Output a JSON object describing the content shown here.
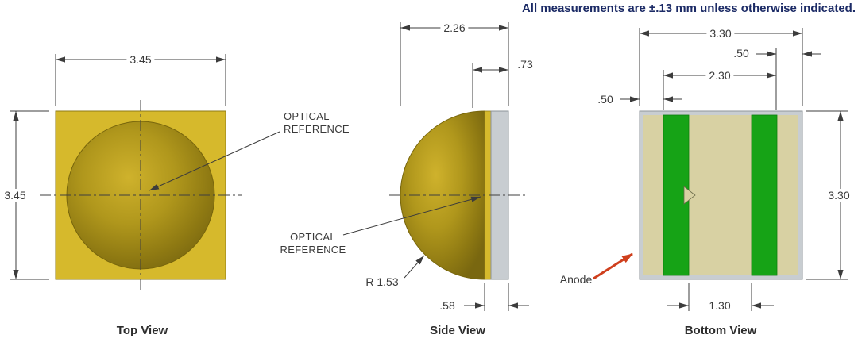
{
  "note": "All measurements are ±.13 mm unless otherwise indicated.",
  "colors": {
    "note_navy": "#1c2b66",
    "gold_body": "#d6b92c",
    "dome_gold_dark": "#8d7812",
    "substrate_gray": "#c8cdd1",
    "pcb_tan": "#d8d1a3",
    "pad_green": "#16a316",
    "anode_arrow_red": "#cf3f1d",
    "line_gray": "#3c3c3c"
  },
  "top_view": {
    "title": "Top View",
    "dim_width": "3.45",
    "dim_height": "3.45",
    "optical_reference_line1": "OPTICAL",
    "optical_reference_line2": "REFERENCE"
  },
  "side_view": {
    "title": "Side View",
    "dim_total_width": "2.26",
    "dim_substrate": ".73",
    "dim_base": ".58",
    "dim_radius": "R 1.53",
    "optical_reference_line1": "OPTICAL",
    "optical_reference_line2": "REFERENCE"
  },
  "bottom_view": {
    "title": "Bottom View",
    "dim_width": "3.30",
    "dim_height": "3.30",
    "dim_pad_to_edge_right": ".50",
    "dim_pad_span": "2.30",
    "dim_pad_to_edge_left": ".50",
    "dim_pad_gap": "1.30",
    "anode_label": "Anode"
  }
}
